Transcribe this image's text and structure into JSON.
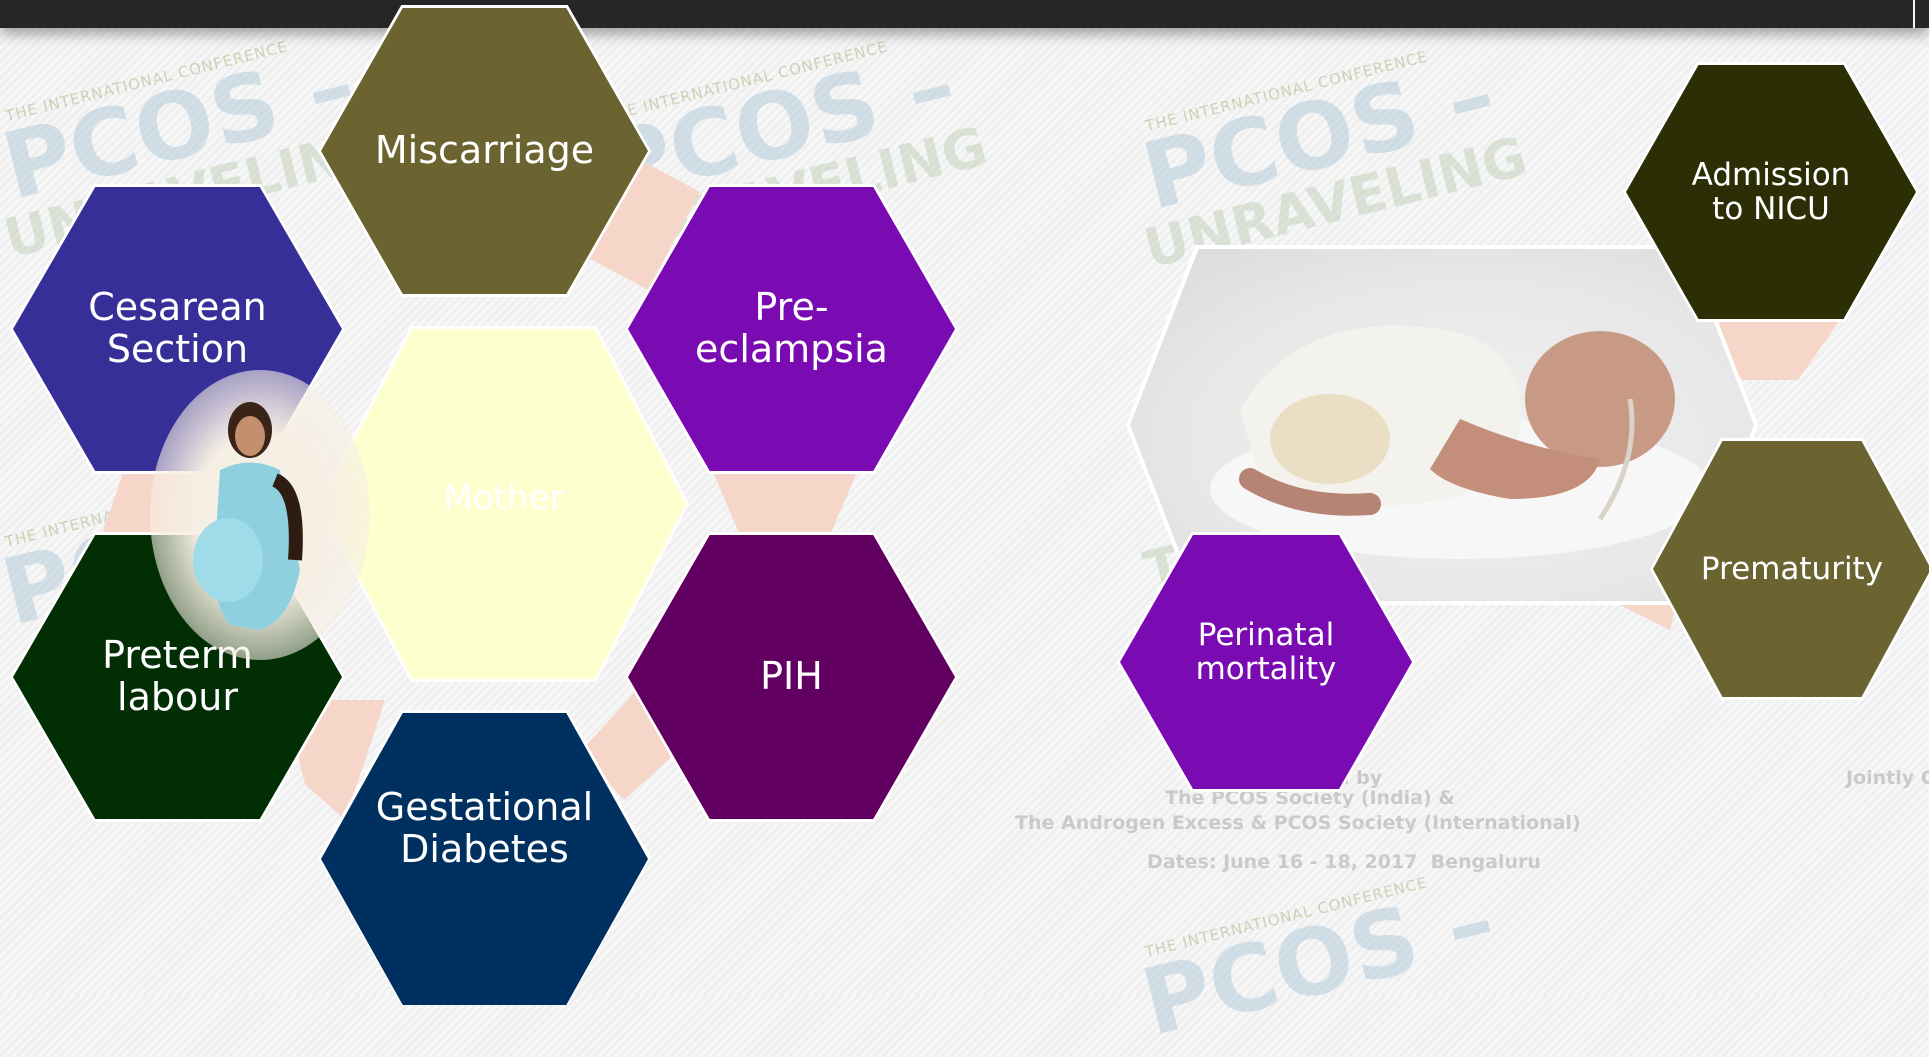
{
  "hexagons": {
    "miscarriage": "Miscarriage",
    "cesarean": "Cesarean\nSection",
    "preeclampsia": "Pre-\neclampsia",
    "mother": "Mother",
    "preterm": "Preterm\nlabour",
    "pih": "PIH",
    "gestational": "Gestational\nDiabetes",
    "admission": "Admission\nto NICU",
    "prematurity": "Prematurity",
    "perinatal": "Perinatal\nmortality"
  },
  "watermark": {
    "conference": "THE INTERNATIONAL CONFERENCE",
    "logo_line1": "PCOS –",
    "logo_line2": "UNRAVELING",
    "logo_line3": "THE ENIGMA",
    "organized_by": "Organized by",
    "society1": "The PCOS Society (India) &",
    "society2": "The Androgen Excess & PCOS Society (International)",
    "dates": "Dates: June 16 - 18, 2017",
    "city": "Bengaluru",
    "jointly": "Jointly O"
  },
  "colors": {
    "miscarriage": "#6b6430",
    "cesarean": "#352f97",
    "preeclampsia": "#7a0ab2",
    "mother": "#feffce",
    "preterm": "#022e04",
    "pih": "#610060",
    "gestational": "#00305f",
    "admission": "#2c2f05",
    "prematurity": "#6b6430",
    "perinatal": "#7a0ab2",
    "connector": "#f5d6c9"
  }
}
